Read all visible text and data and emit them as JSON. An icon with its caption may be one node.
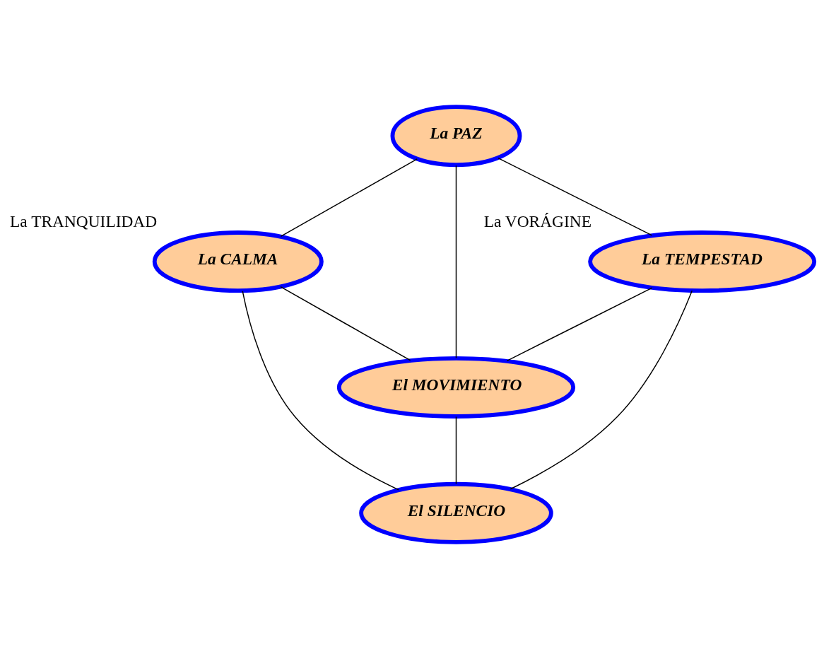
{
  "diagram": {
    "nodes": [
      {
        "text": [
          "La PAZ"
        ]
      },
      {
        "text": [
          "La CALMA"
        ],
        "beside": [
          "La TRANQUILIDAD"
        ]
      },
      {
        "text": [
          "La TEMPESTAD"
        ],
        "beside": [
          "La VORÁGINE"
        ]
      },
      {
        "text": [
          "El MOVIMIENTO"
        ]
      },
      {
        "text": [
          "El SILENCIO"
        ]
      }
    ],
    "edges": [
      {
        "from": 0,
        "to": 1,
        "arrow": "none"
      },
      {
        "from": 0,
        "to": 2,
        "arrow": "none"
      },
      {
        "from": 0,
        "to": 3,
        "arrow": "none"
      },
      {
        "from": 1,
        "to": 3,
        "arrow": "none"
      },
      {
        "from": 1,
        "to": 4,
        "arrow": "none"
      },
      {
        "from": 2,
        "to": 3,
        "arrow": "none"
      },
      {
        "from": 2,
        "to": 4,
        "arrow": "none"
      },
      {
        "from": 3,
        "to": 4,
        "arrow": "none"
      }
    ]
  }
}
